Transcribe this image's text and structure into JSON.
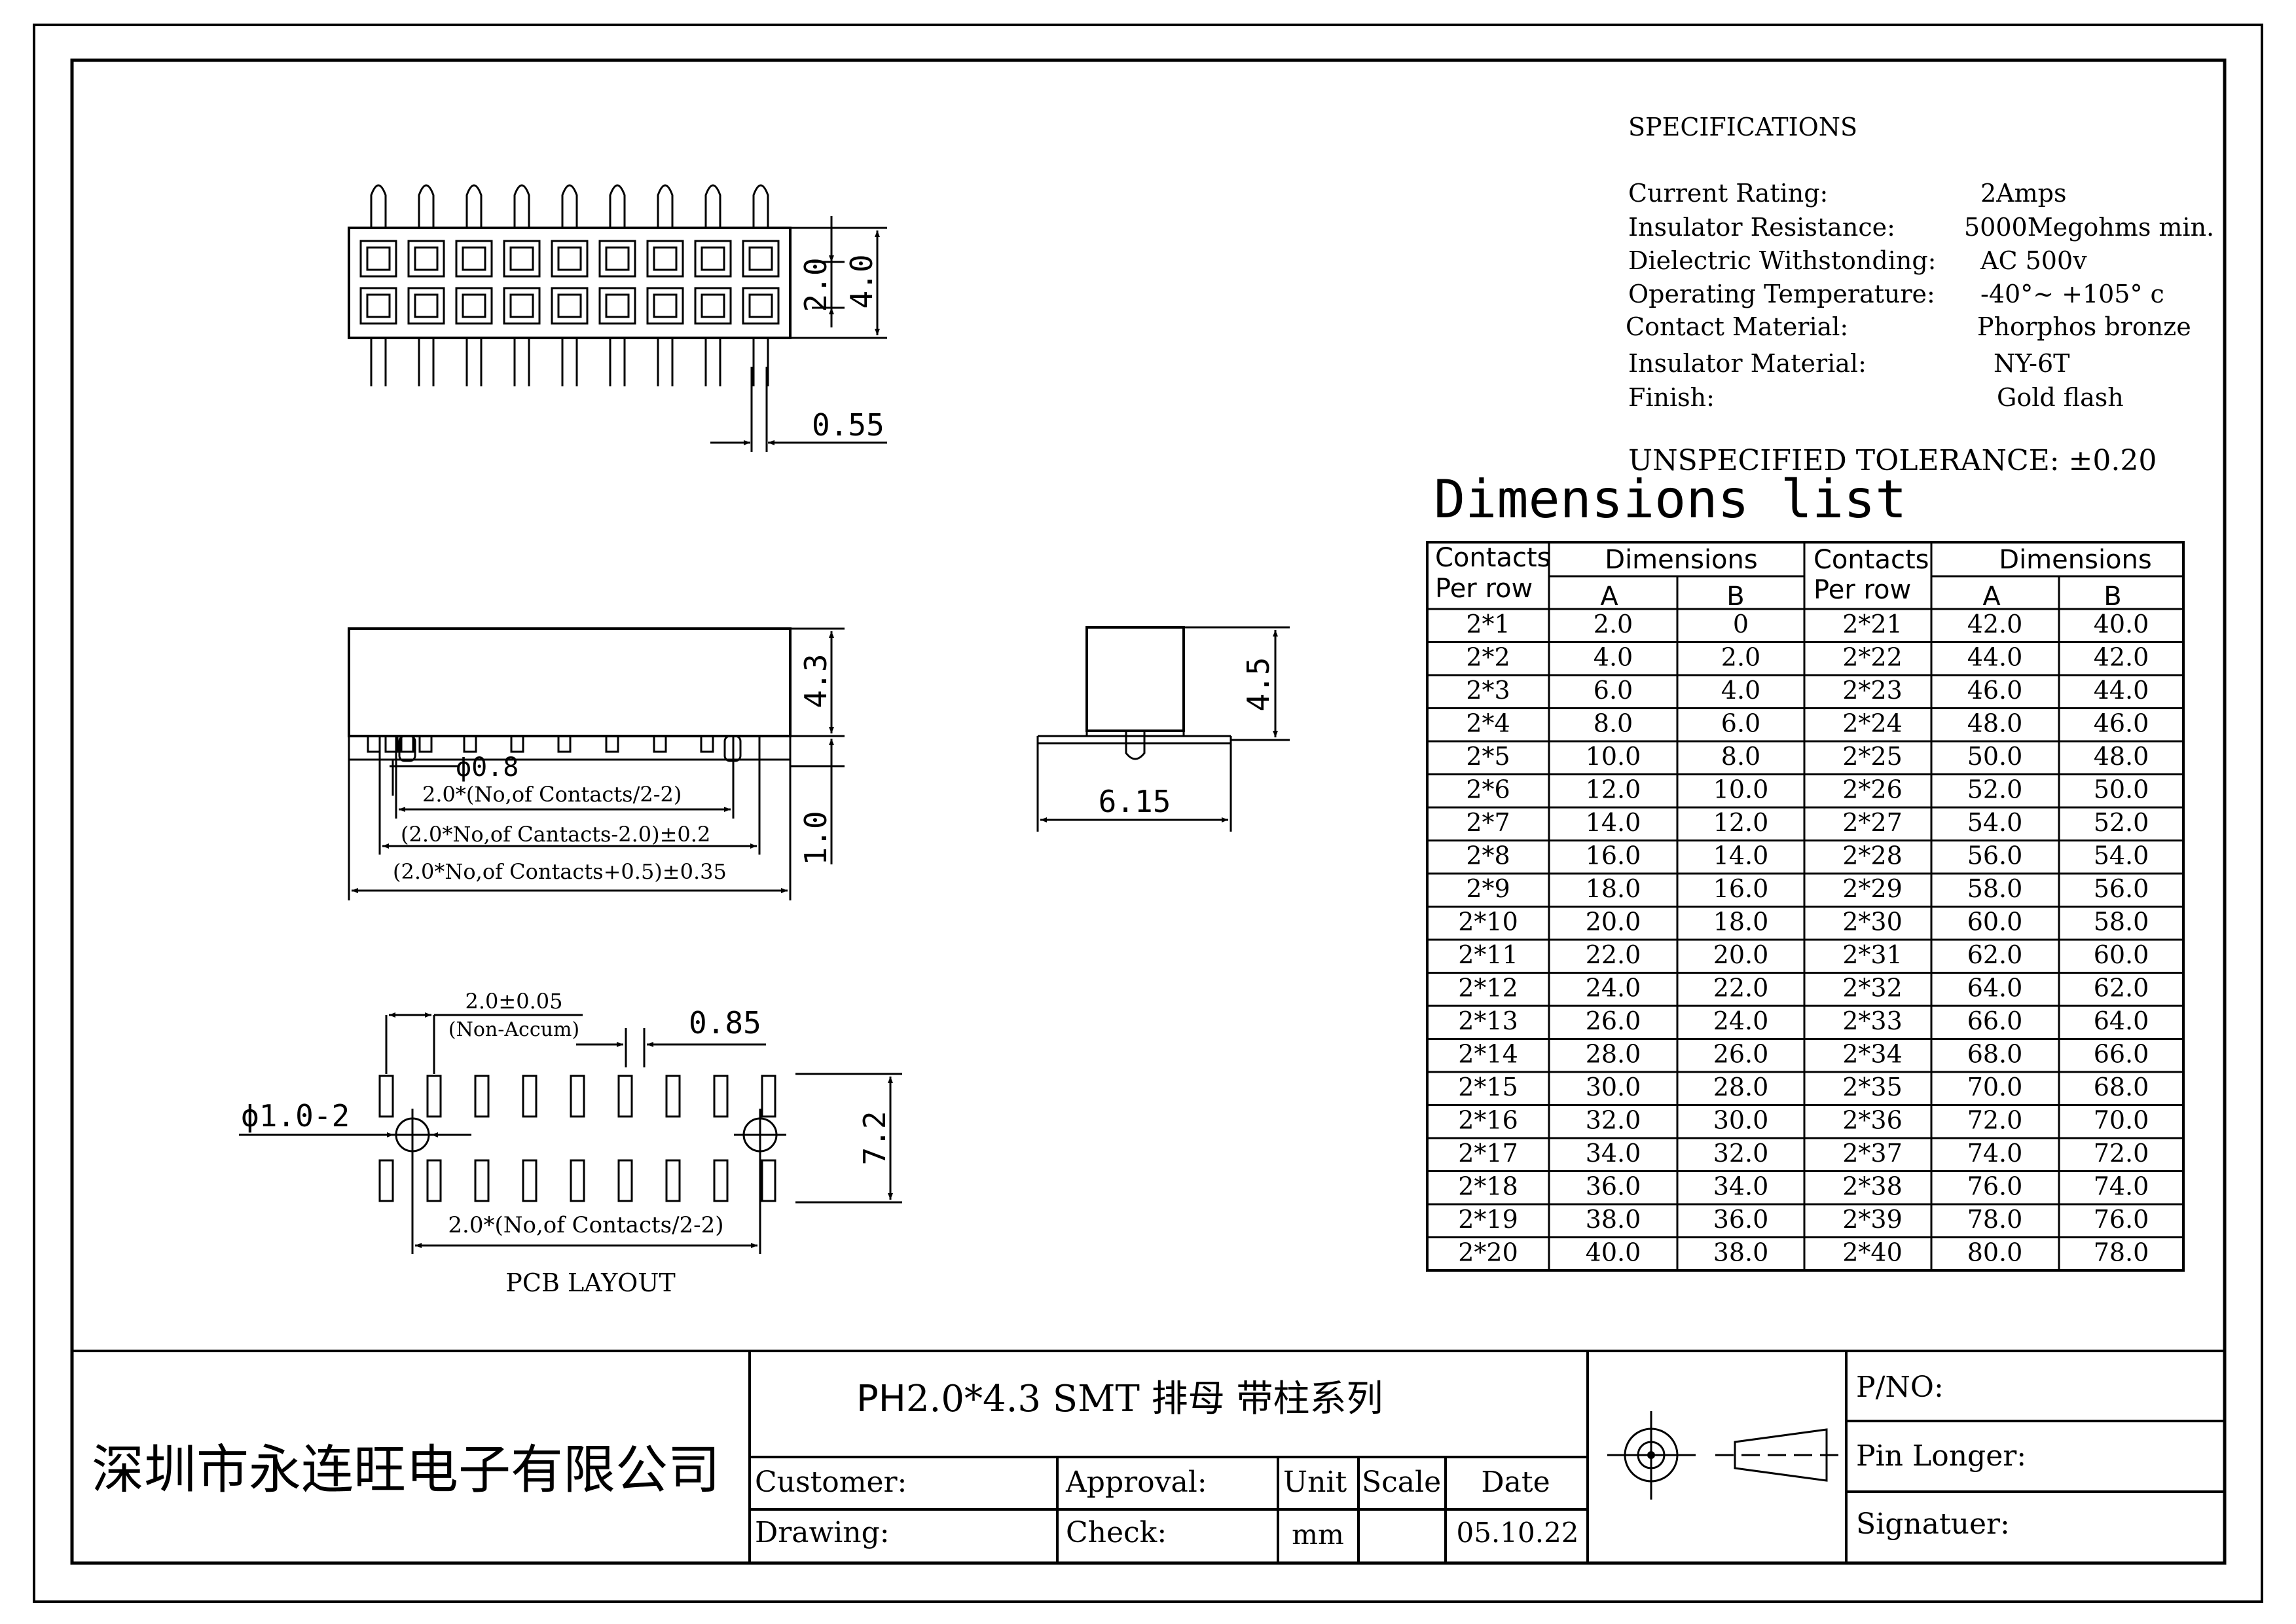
{
  "specs": {
    "heading": "SPECIFICATIONS",
    "rows": [
      {
        "label": "Current Rating:",
        "value": "2Amps"
      },
      {
        "label": "Insulator Resistance:",
        "value": "5000Megohms min."
      },
      {
        "label": "Dielectric Withstonding:",
        "value": "AC 500v"
      },
      {
        "label": "Operating Temperature:",
        "value": "-40°~ +105° c"
      },
      {
        "label": "Contact Material:",
        "value": "Phorphos bronze"
      },
      {
        "label": "Insulator Material:",
        "value": "NY-6T"
      },
      {
        "label": "Finish:",
        "value": "Gold  flash"
      }
    ],
    "tolerance": "UNSPECIFIED TOLERANCE: ±0.20"
  },
  "dimensions": {
    "title": "Dimensions list",
    "col_contacts_1": "Contacts",
    "col_contacts_2": "Per row",
    "col_dimensions": "Dimensions",
    "col_a": "A",
    "col_b": "B",
    "left_rows": [
      [
        "2*1",
        "2.0",
        "0"
      ],
      [
        "2*2",
        "4.0",
        "2.0"
      ],
      [
        "2*3",
        "6.0",
        "4.0"
      ],
      [
        "2*4",
        "8.0",
        "6.0"
      ],
      [
        "2*5",
        "10.0",
        "8.0"
      ],
      [
        "2*6",
        "12.0",
        "10.0"
      ],
      [
        "2*7",
        "14.0",
        "12.0"
      ],
      [
        "2*8",
        "16.0",
        "14.0"
      ],
      [
        "2*9",
        "18.0",
        "16.0"
      ],
      [
        "2*10",
        "20.0",
        "18.0"
      ],
      [
        "2*11",
        "22.0",
        "20.0"
      ],
      [
        "2*12",
        "24.0",
        "22.0"
      ],
      [
        "2*13",
        "26.0",
        "24.0"
      ],
      [
        "2*14",
        "28.0",
        "26.0"
      ],
      [
        "2*15",
        "30.0",
        "28.0"
      ],
      [
        "2*16",
        "32.0",
        "30.0"
      ],
      [
        "2*17",
        "34.0",
        "32.0"
      ],
      [
        "2*18",
        "36.0",
        "34.0"
      ],
      [
        "2*19",
        "38.0",
        "36.0"
      ],
      [
        "2*20",
        "40.0",
        "38.0"
      ]
    ],
    "right_rows": [
      [
        "2*21",
        "42.0",
        "40.0"
      ],
      [
        "2*22",
        "44.0",
        "42.0"
      ],
      [
        "2*23",
        "46.0",
        "44.0"
      ],
      [
        "2*24",
        "48.0",
        "46.0"
      ],
      [
        "2*25",
        "50.0",
        "48.0"
      ],
      [
        "2*26",
        "52.0",
        "50.0"
      ],
      [
        "2*27",
        "54.0",
        "52.0"
      ],
      [
        "2*28",
        "56.0",
        "54.0"
      ],
      [
        "2*29",
        "58.0",
        "56.0"
      ],
      [
        "2*30",
        "60.0",
        "58.0"
      ],
      [
        "2*31",
        "62.0",
        "60.0"
      ],
      [
        "2*32",
        "64.0",
        "62.0"
      ],
      [
        "2*33",
        "66.0",
        "64.0"
      ],
      [
        "2*34",
        "68.0",
        "66.0"
      ],
      [
        "2*35",
        "70.0",
        "68.0"
      ],
      [
        "2*36",
        "72.0",
        "70.0"
      ],
      [
        "2*37",
        "74.0",
        "72.0"
      ],
      [
        "2*38",
        "76.0",
        "74.0"
      ],
      [
        "2*39",
        "78.0",
        "76.0"
      ],
      [
        "2*40",
        "80.0",
        "78.0"
      ]
    ]
  },
  "views": {
    "top": {
      "dim_pitch": "2.0",
      "dim_height": "4.0",
      "dim_pin": "0.55"
    },
    "front": {
      "dim_height": "4.3",
      "dim_post": "1.0",
      "dia": "ϕ0.8",
      "formula_1": "2.0*(No,of Contacts/2-2)",
      "formula_2": "(2.0*No,of Cantacts-2.0)±0.2",
      "formula_3": "(2.0*No,of Contacts+0.5)±0.35"
    },
    "side": {
      "dim_height": "4.5",
      "dim_width": "6.15"
    },
    "pcb": {
      "pitch": "2.0±0.05",
      "non_accum": "(Non-Accum)",
      "pad_width": "0.85",
      "hole": "ϕ1.0-2",
      "row_span": "7.2",
      "formula": "2.0*(No,of Contacts/2-2)",
      "label": "PCB LAYOUT"
    }
  },
  "title_block": {
    "company": "深圳市永连旺电子有限公司",
    "product_prefix": "PH",
    "product_rest": "2.0*4.3 SMT 排母 带柱系列",
    "customer_label": "Customer:",
    "approval_label": "Approval:",
    "unit_label": "Unit",
    "scale_label": "Scale",
    "date_label": "Date",
    "drawing_label": "Drawing:",
    "check_label": "Check:",
    "unit_value": "mm",
    "date_value": "05.10.22",
    "pno_label": "P/NO:",
    "pin_longer_label": "Pin Longer:",
    "signature_label": "Signatuer:"
  }
}
